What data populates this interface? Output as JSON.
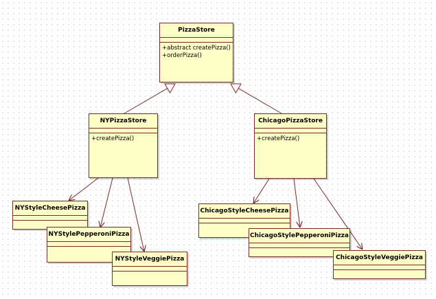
{
  "diagram": {
    "colors": {
      "box_fill": "#ffffc8",
      "box_border": "#7a2a2a",
      "link": "#7a2a2a"
    },
    "classes": {
      "pizza_store": {
        "name": "PizzaStore",
        "operations": [
          "+abstract createPizza()",
          "+orderPizza()"
        ]
      },
      "ny_pizza_store": {
        "name": "NYPizzaStore",
        "operations": [
          "+createPizza()"
        ]
      },
      "chicago_pizza_store": {
        "name": "ChicagoPizzaStore",
        "operations": [
          "+createPizza()"
        ]
      },
      "ny_cheese": {
        "name": "NYStyleCheesePizza",
        "operations": []
      },
      "ny_pepperoni": {
        "name": "NYStylePepperoniPizza",
        "operations": []
      },
      "ny_veggie": {
        "name": "NYStyleVeggiePizza",
        "operations": []
      },
      "chicago_cheese": {
        "name": "ChicagoStyleCheesePizza",
        "operations": []
      },
      "chicago_pepperoni": {
        "name": "ChicagoStylePepperoniPizza",
        "operations": []
      },
      "chicago_veggie": {
        "name": "ChicagoStyleVeggiePizza",
        "operations": []
      }
    },
    "relationships": [
      {
        "from": "ny_pizza_store",
        "to": "pizza_store",
        "kind": "generalization"
      },
      {
        "from": "chicago_pizza_store",
        "to": "pizza_store",
        "kind": "generalization"
      },
      {
        "from": "ny_pizza_store",
        "to": "ny_cheese",
        "kind": "dependency"
      },
      {
        "from": "ny_pizza_store",
        "to": "ny_pepperoni",
        "kind": "dependency"
      },
      {
        "from": "ny_pizza_store",
        "to": "ny_veggie",
        "kind": "dependency"
      },
      {
        "from": "chicago_pizza_store",
        "to": "chicago_cheese",
        "kind": "dependency"
      },
      {
        "from": "chicago_pizza_store",
        "to": "chicago_pepperoni",
        "kind": "dependency"
      },
      {
        "from": "chicago_pizza_store",
        "to": "chicago_veggie",
        "kind": "dependency"
      }
    ]
  }
}
